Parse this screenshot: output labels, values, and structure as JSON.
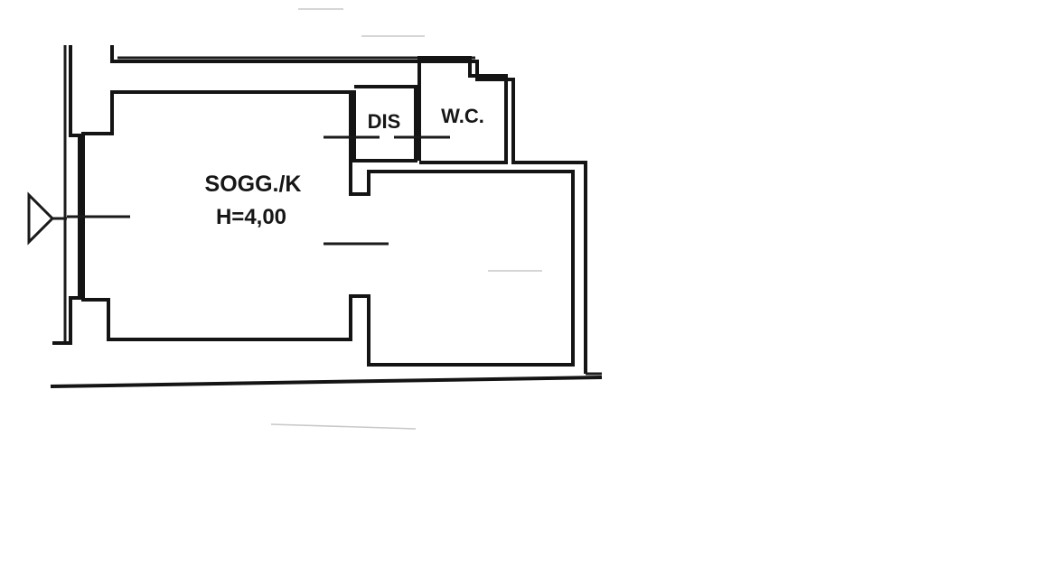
{
  "rooms": {
    "main": {
      "name": "SOGG./K",
      "height": "H=4,00"
    },
    "dis": {
      "name": "DIS"
    },
    "wc": {
      "name": "W.C."
    }
  },
  "colors": {
    "line": "#141414",
    "background": "#ffffff"
  }
}
